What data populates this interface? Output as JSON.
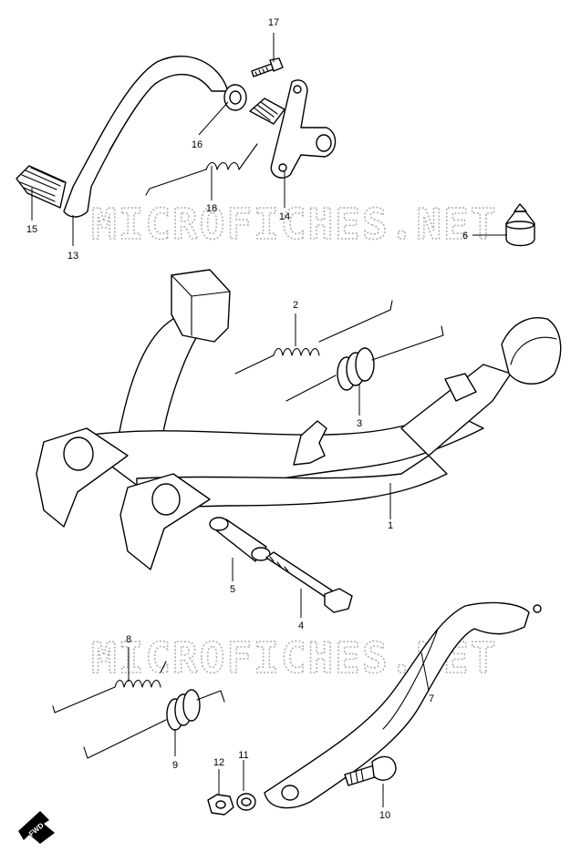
{
  "watermark_text": "MICROFICHES.NET",
  "fwd_label": "FWD",
  "callouts": [
    {
      "id": "c1",
      "label": "1"
    },
    {
      "id": "c2",
      "label": "2"
    },
    {
      "id": "c3",
      "label": "3"
    },
    {
      "id": "c4",
      "label": "4"
    },
    {
      "id": "c5",
      "label": "5"
    },
    {
      "id": "c6",
      "label": "6"
    },
    {
      "id": "c7",
      "label": "7"
    },
    {
      "id": "c8",
      "label": "8"
    },
    {
      "id": "c9",
      "label": "9"
    },
    {
      "id": "c10",
      "label": "10"
    },
    {
      "id": "c11",
      "label": "11"
    },
    {
      "id": "c12",
      "label": "12"
    },
    {
      "id": "c13",
      "label": "13"
    },
    {
      "id": "c14",
      "label": "14"
    },
    {
      "id": "c15",
      "label": "15"
    },
    {
      "id": "c16",
      "label": "16"
    },
    {
      "id": "c17",
      "label": "17"
    },
    {
      "id": "c18",
      "label": "18"
    }
  ]
}
